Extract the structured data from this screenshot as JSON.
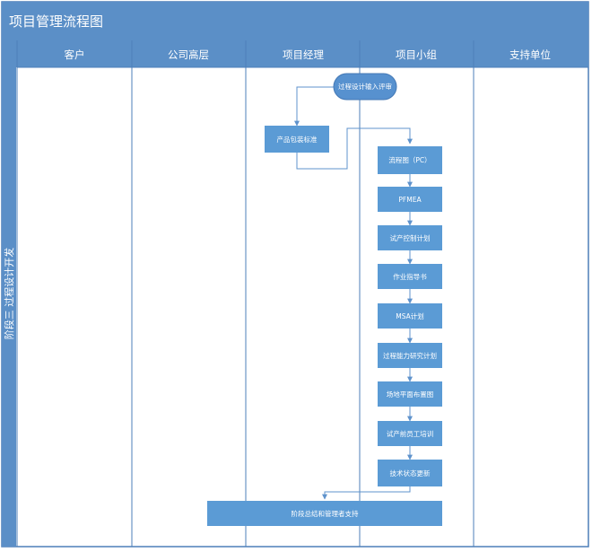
{
  "title": "项目管理流程图",
  "phase_label": "阶段三 过程设计开发",
  "lanes": [
    {
      "id": "customer",
      "label": "客户"
    },
    {
      "id": "management",
      "label": "公司高层"
    },
    {
      "id": "pm",
      "label": "项目经理"
    },
    {
      "id": "team",
      "label": "项目小组"
    },
    {
      "id": "support",
      "label": "支持单位"
    }
  ],
  "nodes": [
    {
      "id": "start",
      "shape": "terminator",
      "label": "过程设计输入评审"
    },
    {
      "id": "package",
      "shape": "process",
      "label": "产品包装标准"
    },
    {
      "id": "flowchart",
      "shape": "process",
      "label": "流程图（PC）"
    },
    {
      "id": "pfmea",
      "shape": "process",
      "label": "PFMEA"
    },
    {
      "id": "control_plan",
      "shape": "process",
      "label": "试产控制计划"
    },
    {
      "id": "work_instr",
      "shape": "process",
      "label": "作业指导书"
    },
    {
      "id": "msa_plan",
      "shape": "process",
      "label": "MSA计划"
    },
    {
      "id": "capability_plan",
      "shape": "process",
      "label": "过程能力研究计划"
    },
    {
      "id": "floor_plan",
      "shape": "process",
      "label": "场地平面布置图"
    },
    {
      "id": "staff_training",
      "shape": "process",
      "label": "试产前员工培训"
    },
    {
      "id": "tech_update",
      "shape": "process",
      "label": "技术状态更新"
    },
    {
      "id": "review",
      "shape": "process",
      "label": "阶段总结和管理者支持"
    }
  ],
  "colors": {
    "header_fill": "#5b8fc7",
    "node_fill": "#5b9bd5",
    "terminator_fill": "#5791cf",
    "line": "#5f93cc",
    "border": "#4d7fb8"
  }
}
